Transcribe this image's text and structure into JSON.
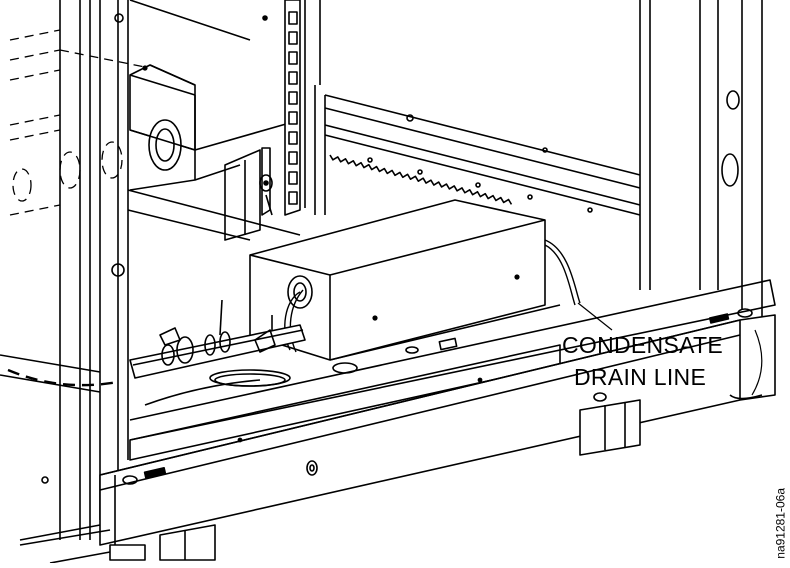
{
  "callout": {
    "line1": "CONDENSATE",
    "line2": "DRAIN LINE"
  },
  "figure_id": "na91281-06a",
  "colors": {
    "stroke": "#000000",
    "fill": "#ffffff",
    "shade": "#d9d9d9"
  }
}
